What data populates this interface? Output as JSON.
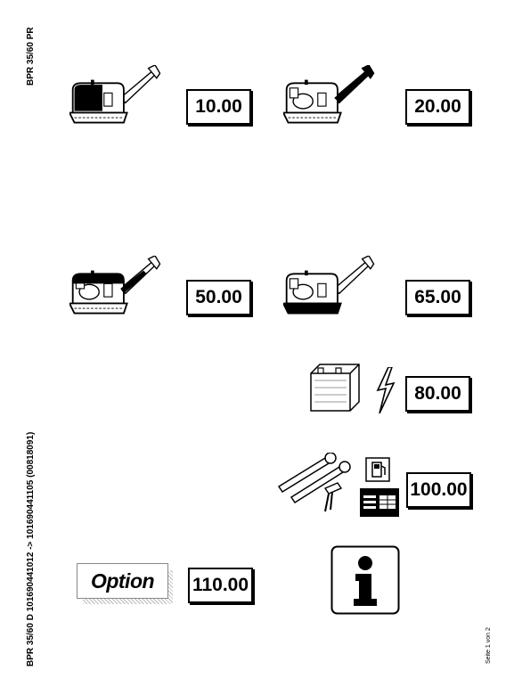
{
  "header": {
    "model": "BPR 35/60 PR"
  },
  "side": {
    "doc_range": "BPR 35/60 D 101690441012 -> 101690441105 (00818091)"
  },
  "footer": {
    "page": "Seite 1 von 2"
  },
  "sections": [
    {
      "code": "10.00",
      "icon": "plate-compactor-engine-highlight-icon"
    },
    {
      "code": "20.00",
      "icon": "plate-compactor-handle-highlight-icon"
    },
    {
      "code": "50.00",
      "icon": "plate-compactor-frame-highlight-icon"
    },
    {
      "code": "65.00",
      "icon": "plate-compactor-baseplate-highlight-icon"
    },
    {
      "code": "80.00",
      "icon": "battery-electric-icon"
    },
    {
      "code": "100.00",
      "icon": "tools-fuel-manual-icon"
    },
    {
      "code": "110.00",
      "icon": "option-badge-icon"
    }
  ],
  "option": {
    "label": "Option"
  },
  "info": {
    "icon": "info-icon"
  }
}
